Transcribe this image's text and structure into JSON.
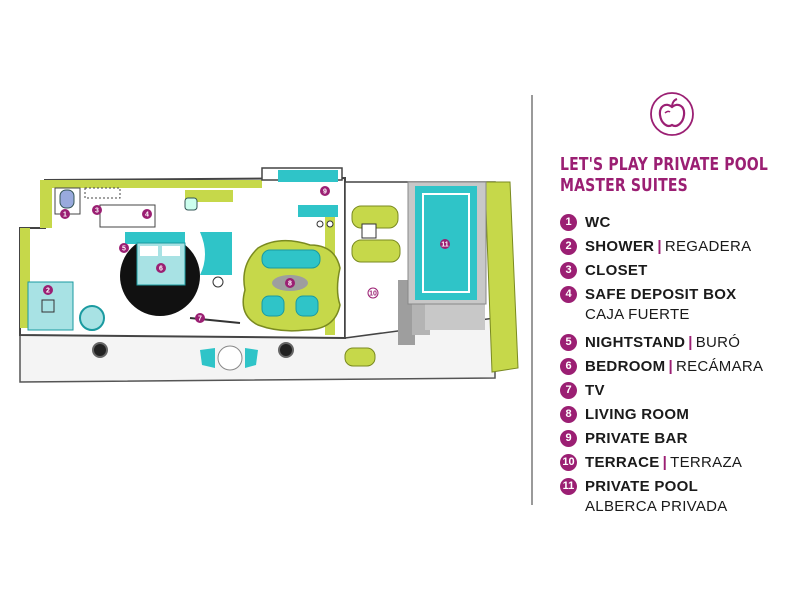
{
  "brand": {
    "logo_icon": "apple-logo-icon",
    "color": "#9b1f73"
  },
  "title": {
    "line1": "LET'S PLAY PRIVATE POOL",
    "line2": "MASTER SUITES"
  },
  "legend": [
    {
      "num": "1",
      "en": "WC",
      "es": ""
    },
    {
      "num": "2",
      "en": "SHOWER",
      "es": "REGADERA"
    },
    {
      "num": "3",
      "en": "CLOSET",
      "es": ""
    },
    {
      "num": "4",
      "en": "SAFE DEPOSIT BOX",
      "es": "CAJA FUERTE"
    },
    {
      "num": "5",
      "en": "NIGHTSTAND",
      "es": "BURÓ"
    },
    {
      "num": "6",
      "en": "BEDROOM",
      "es": "RECÁMARA"
    },
    {
      "num": "7",
      "en": "TV",
      "es": ""
    },
    {
      "num": "8",
      "en": "LIVING ROOM",
      "es": ""
    },
    {
      "num": "9",
      "en": "PRIVATE BAR",
      "es": ""
    },
    {
      "num": "10",
      "en": "TERRACE",
      "es": "TERRAZA"
    },
    {
      "num": "11",
      "en": "PRIVATE POOL",
      "es": "ALBERCA PRIVADA"
    }
  ],
  "colors": {
    "lime": "#c6d84a",
    "aqua": "#2fc4c8",
    "teal": "#1a9aa0",
    "gray": "#c8c8c8",
    "dark_gray": "#9e9e9e"
  },
  "plan_labels": [
    "1",
    "2",
    "3",
    "4",
    "5",
    "6",
    "7",
    "8",
    "9",
    "10",
    "11"
  ]
}
